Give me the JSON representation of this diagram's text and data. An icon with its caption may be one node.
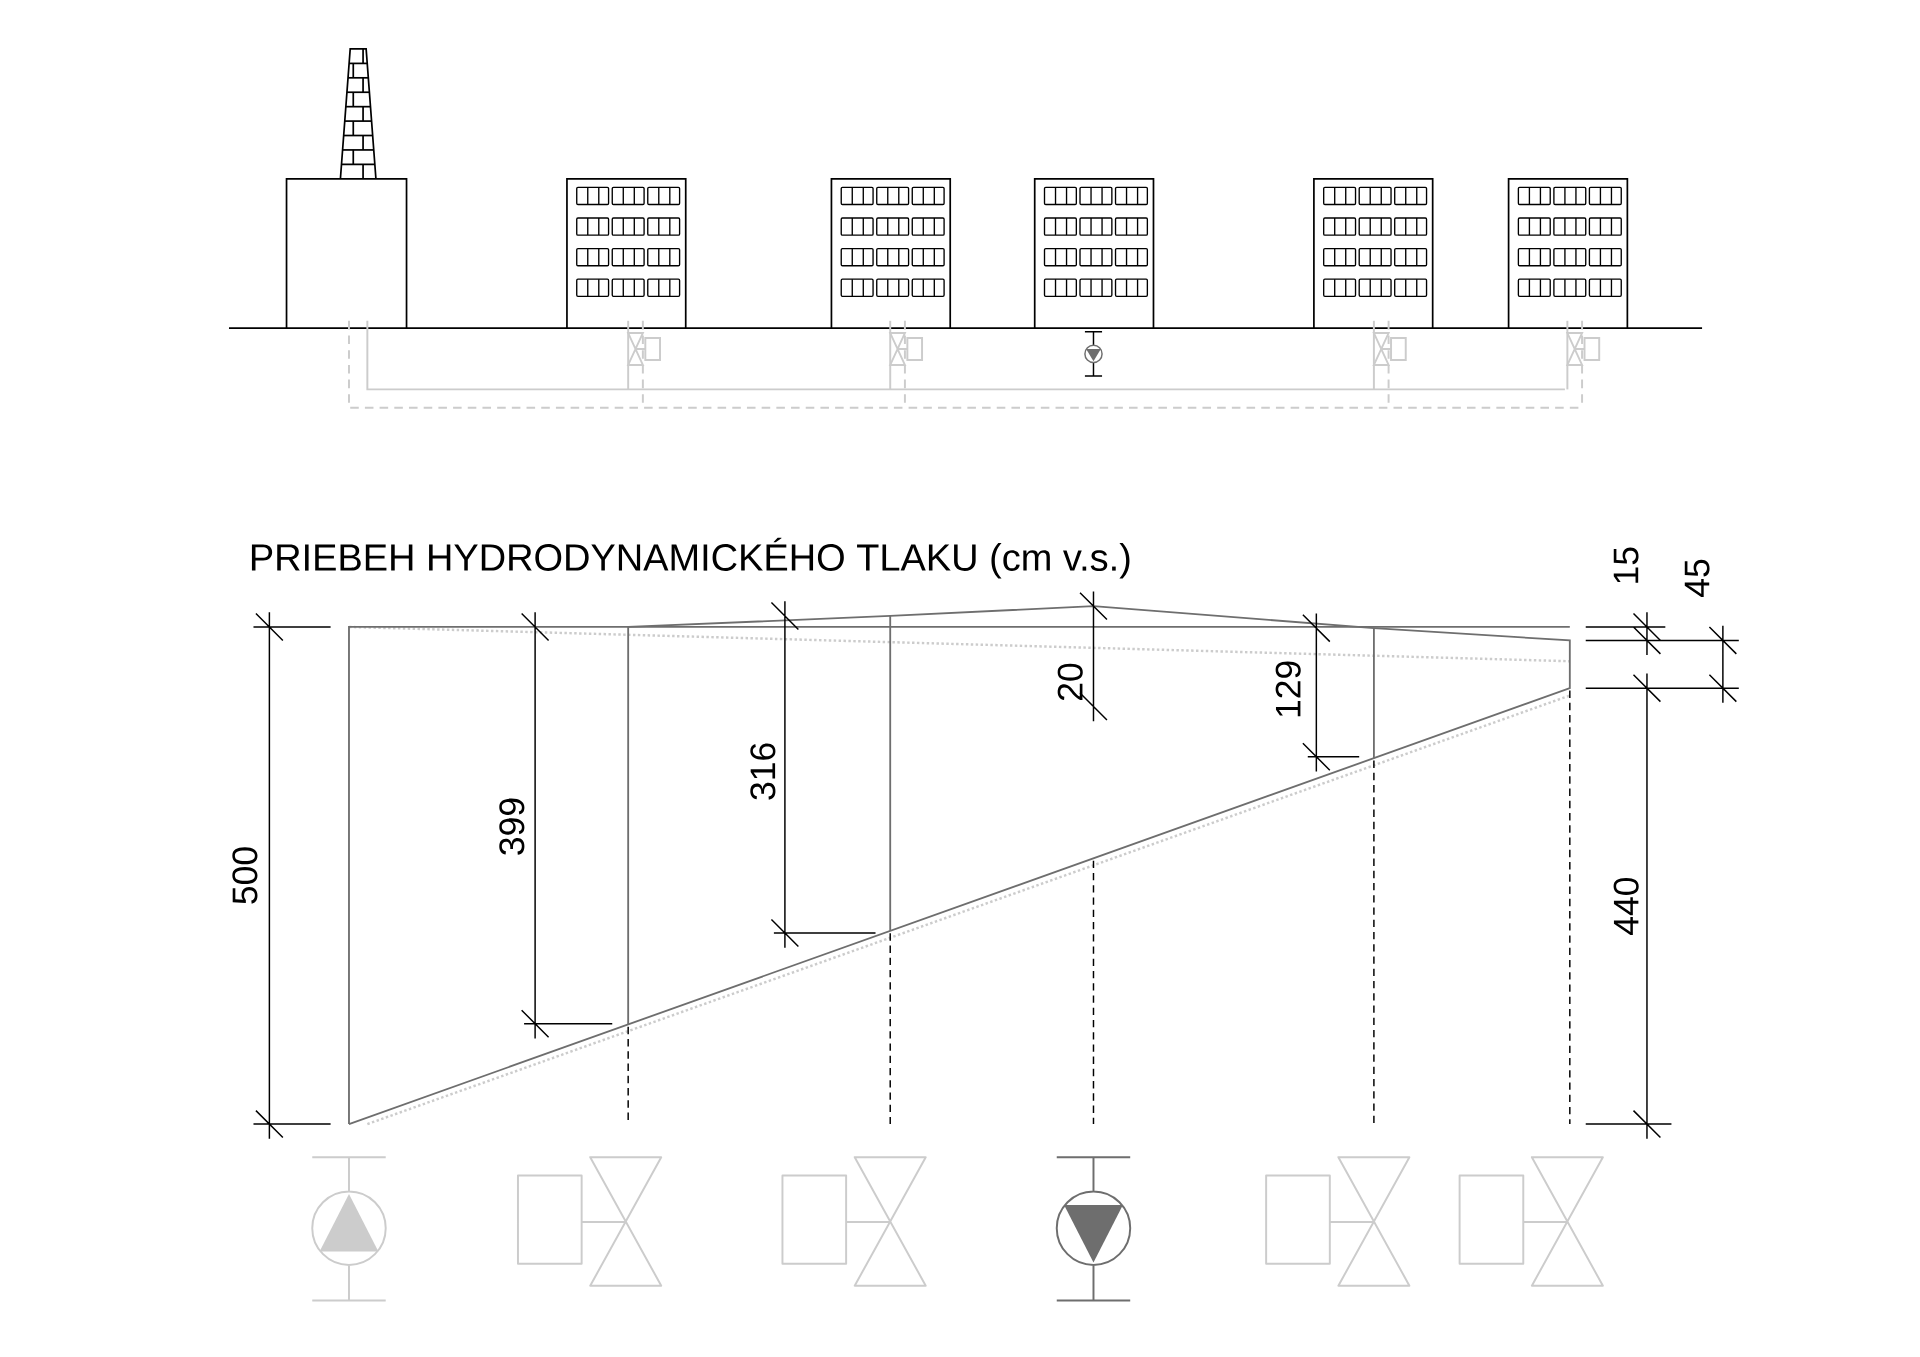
{
  "diagram": {
    "title": "PRIEBEH HYDRODYNAMICKÉHO TLAKU (cm v.s.)",
    "labels": [
      "500",
      "399",
      "316",
      "20",
      "129",
      "15",
      "45",
      "440"
    ]
  }
}
